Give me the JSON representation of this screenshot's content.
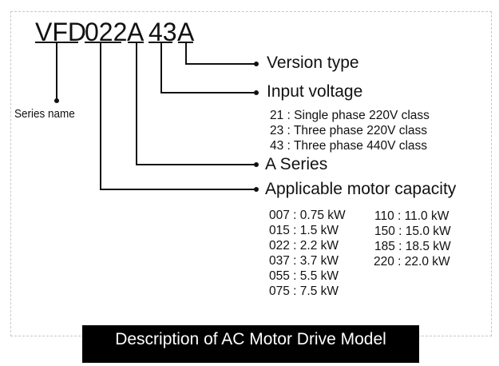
{
  "model_code": {
    "segments": [
      "VFD",
      "022",
      "A",
      "43",
      "A"
    ]
  },
  "labels": {
    "series_name": "Series name",
    "version_type": "Version type",
    "input_voltage": "Input voltage",
    "a_series": "A Series",
    "motor_capacity": "Applicable motor capacity"
  },
  "voltage_options": [
    "21 : Single phase 220V class",
    "23 : Three phase 220V class",
    "43 : Three phase 440V class"
  ],
  "capacity_options": {
    "col1": [
      "007 : 0.75 kW",
      "015 : 1.5 kW",
      "022 : 2.2 kW",
      "037 : 3.7 kW",
      "055 : 5.5 kW",
      "075 : 7.5 kW"
    ],
    "col2": [
      "110 : 11.0 kW",
      "150 : 15.0 kW",
      "185 : 18.5 kW",
      "220 : 22.0 kW"
    ]
  },
  "caption": "Description of AC Motor Drive Model"
}
